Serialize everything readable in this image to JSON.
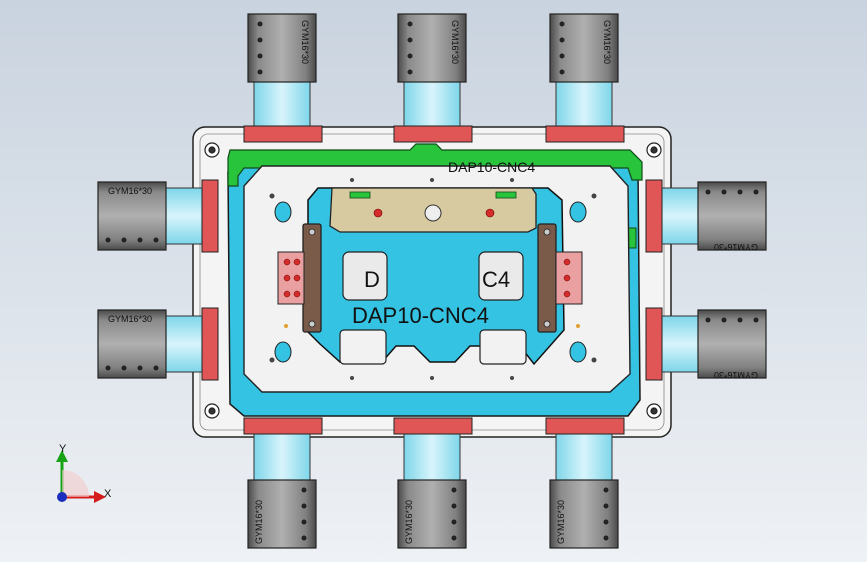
{
  "part_labels": {
    "main": "DAP10-CNC4",
    "frame_top": "DAP10-CNC4",
    "blank_left": "D",
    "blank_right": "C4"
  },
  "cylinder_label": "GYM16*30",
  "axis": {
    "x": "X",
    "y": "Y"
  },
  "colors": {
    "background_top": "#c9d3df",
    "background_bottom": "#eef1f5",
    "plate": "#f4f4f4",
    "fixture_cyan": "#35c3e3",
    "frame_green": "#27c43c",
    "gripper_tan": "#d8caa0",
    "clamp_brown": "#7a5a48",
    "slide_red": "#e05656",
    "cylinder_grey": "#6a6a6a"
  }
}
